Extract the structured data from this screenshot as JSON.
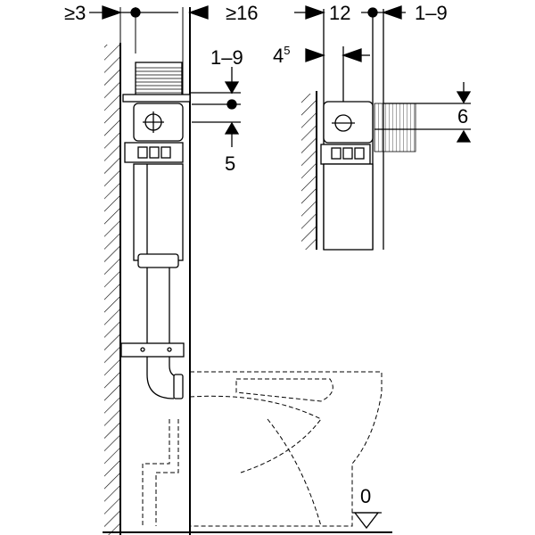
{
  "dimensions": {
    "left_wall_gap": "≥3",
    "panel_gap": "≥16",
    "vertical_adjust_left": "1–9",
    "vertical_offset_left": "5",
    "detail_width": "12",
    "detail_adjust": "1–9",
    "detail_offset_base": "4",
    "detail_offset_sup": "5",
    "detail_height": "6",
    "floor_level": "0"
  },
  "colors": {
    "line": "#000000",
    "background": "#ffffff"
  }
}
